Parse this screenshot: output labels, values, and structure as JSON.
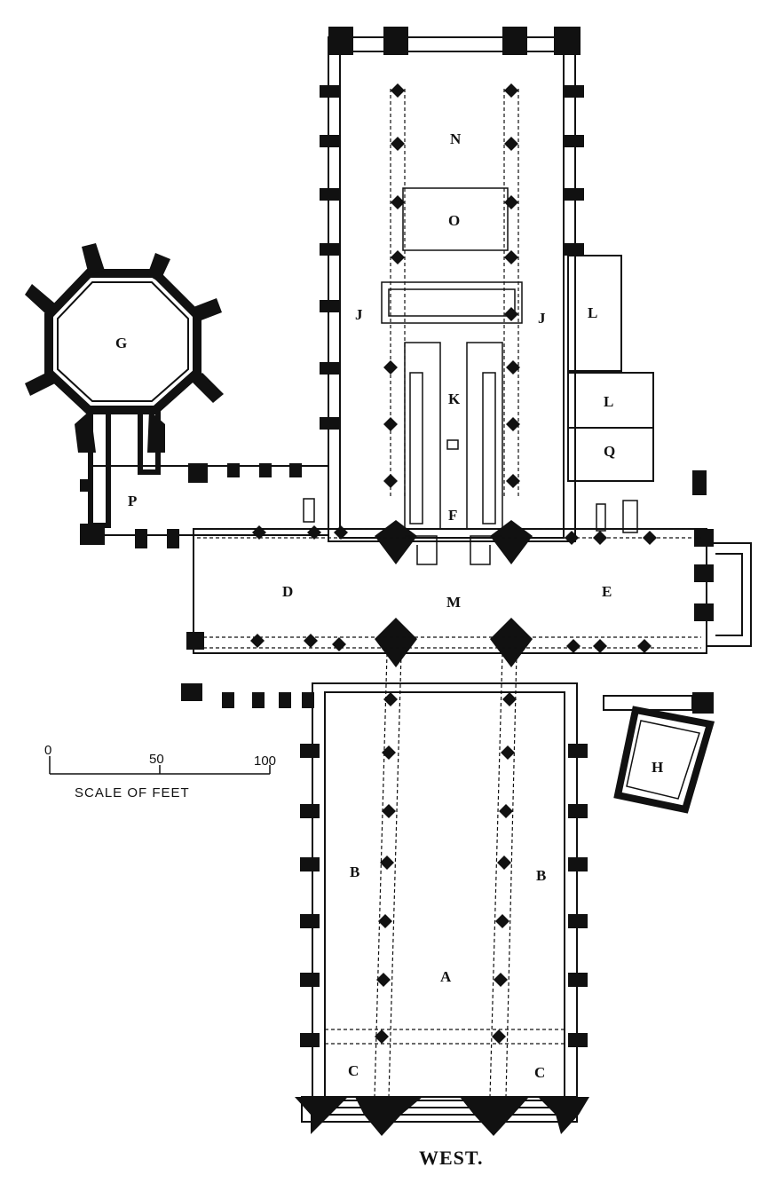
{
  "plan": {
    "labels": {
      "A": "A",
      "B": "B",
      "C": "C",
      "D": "D",
      "E": "E",
      "F": "F",
      "G": "G",
      "H": "H",
      "J": "J",
      "K": "K",
      "L": "L",
      "M": "M",
      "N": "N",
      "O": "O",
      "P": "P",
      "Q": "Q"
    },
    "scale": {
      "caption": "SCALE OF FEET",
      "tick_0": "0",
      "tick_50": "50",
      "tick_100": "100"
    },
    "orientation": "WEST.",
    "colors": {
      "ink": "#111111",
      "paper": "#ffffff"
    }
  }
}
